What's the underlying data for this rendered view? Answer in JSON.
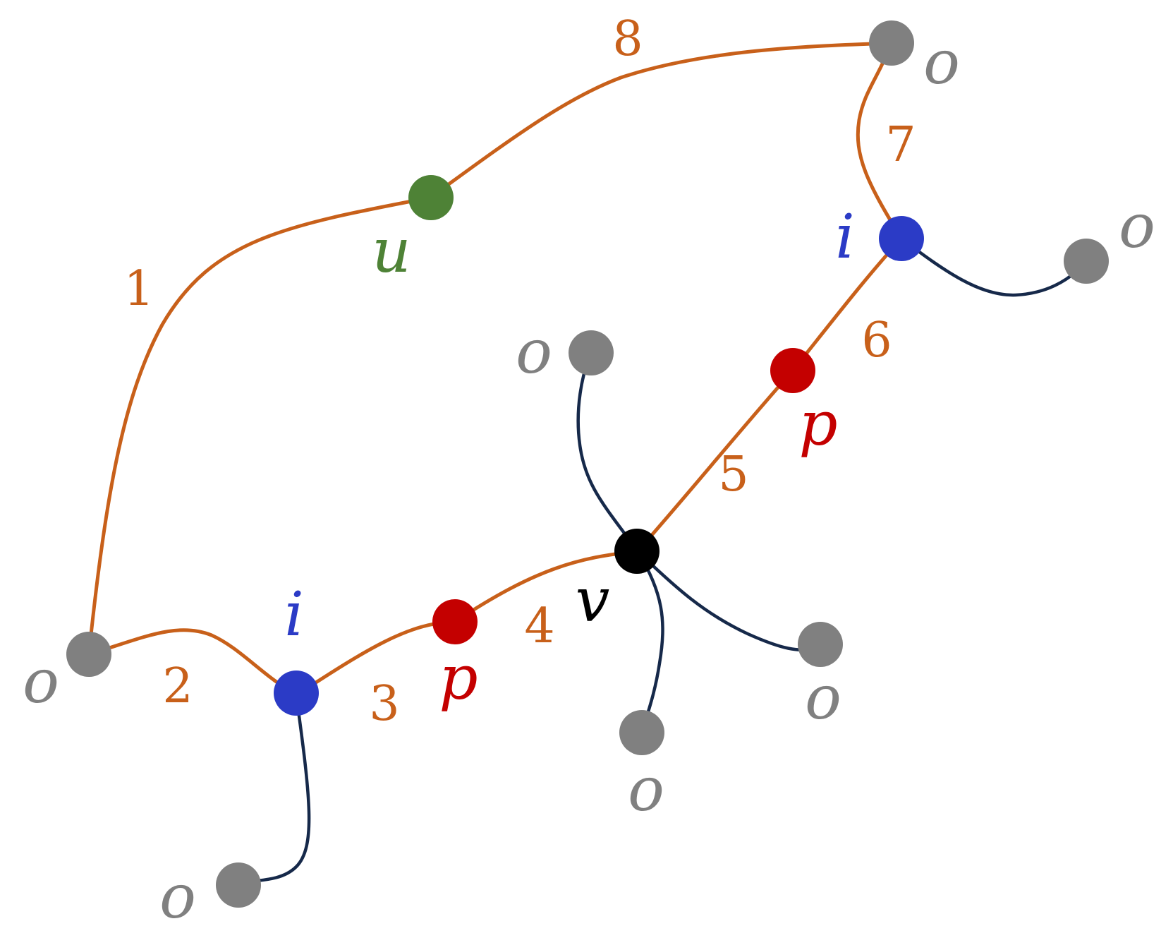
{
  "colors": {
    "path_edge": "#C8601A",
    "other_edge": "#16294A",
    "node_o": "#808080",
    "node_i": "#2B3BC6",
    "node_p": "#C40000",
    "node_u": "#4E8236",
    "node_v": "#000000",
    "edge_label": "#C8601A"
  },
  "node_labels": {
    "u": "u",
    "v": "v",
    "i_left": "i",
    "i_right": "i",
    "p_left": "p",
    "p_right": "p",
    "o_left": "o",
    "o_bottom_left": "o",
    "o_top_right": "o",
    "o_right": "o",
    "o_mid_top": "o",
    "o_mid_right": "o",
    "o_mid_bottom": "o"
  },
  "edge_labels": {
    "e1": "1",
    "e2": "2",
    "e3": "3",
    "e4": "4",
    "e5": "5",
    "e6": "6",
    "e7": "7",
    "e8": "8"
  }
}
